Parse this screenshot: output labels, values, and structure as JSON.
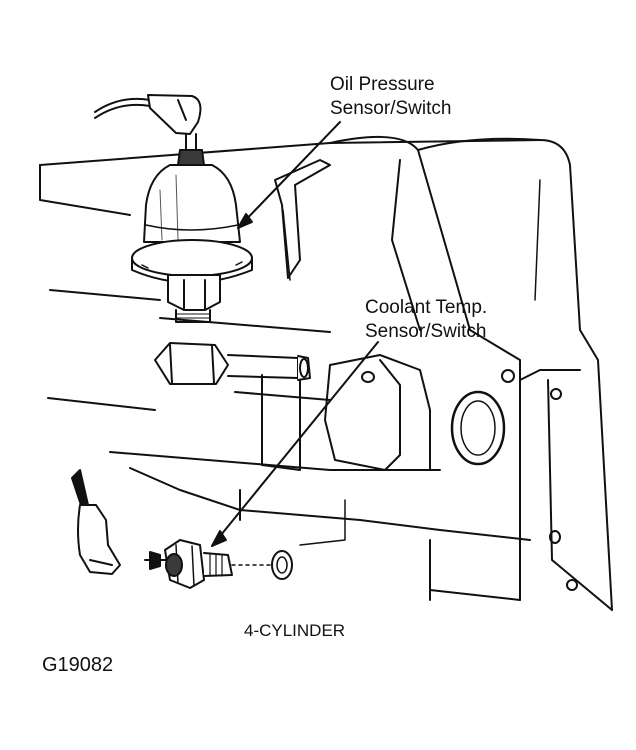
{
  "labels": {
    "oil_pressure_line1": "Oil Pressure",
    "oil_pressure_line2": "Sensor/Switch",
    "coolant_line1": "Coolant Temp.",
    "coolant_line2": "Sensor/Switch",
    "engine": "4-CYLINDER",
    "figure_id": "G19082"
  },
  "colors": {
    "ink": "#111111",
    "paper": "#ffffff",
    "shade": "#3a3a3a"
  }
}
